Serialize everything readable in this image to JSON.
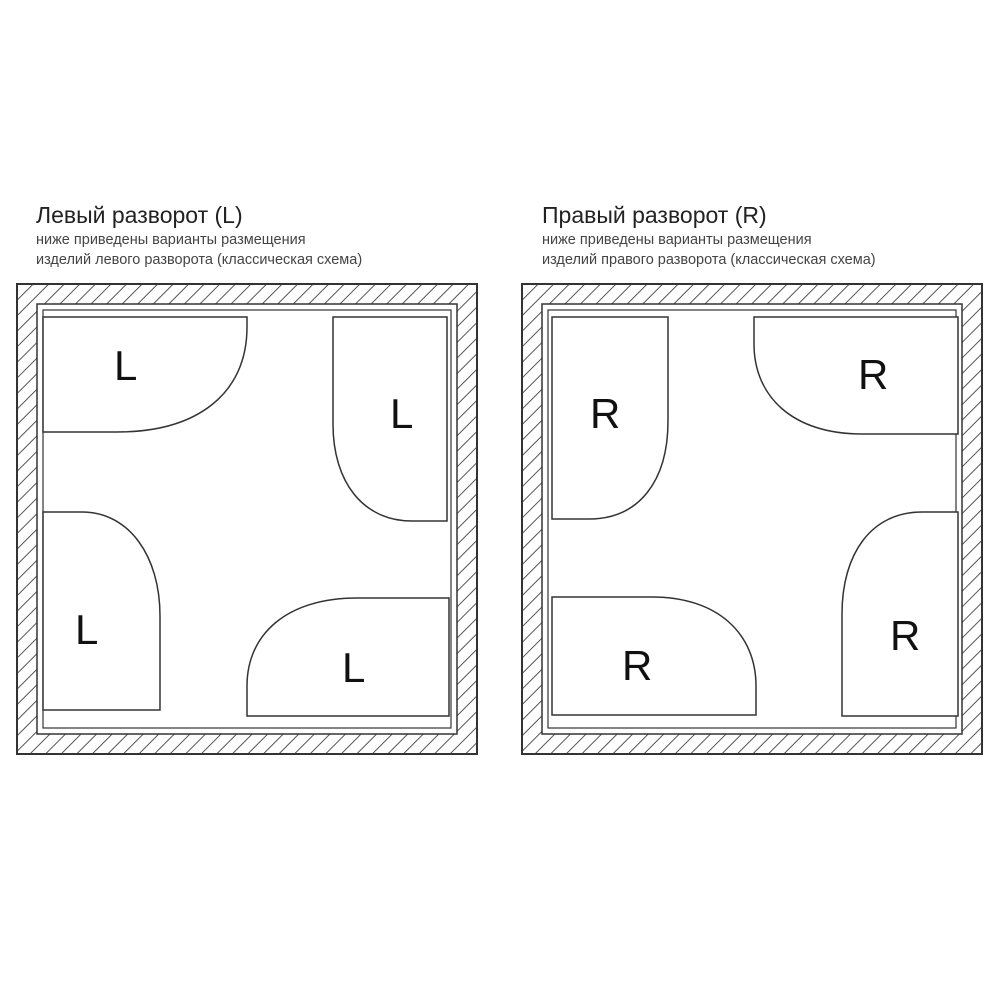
{
  "left": {
    "title": "Левый разворот (L)",
    "subtitle_line1": "ниже приведены варианты размещения",
    "subtitle_line2": "изделий левого разворота (классическая схема)",
    "marks": [
      "L",
      "L",
      "L",
      "L"
    ]
  },
  "right": {
    "title": "Правый разворот (R)",
    "subtitle_line1": "ниже приведены варианты размещения",
    "subtitle_line2": "изделий правого разворота (классическая схема)",
    "marks": [
      "R",
      "R",
      "R",
      "R"
    ]
  },
  "colors": {
    "line": "#333333",
    "hatch": "#555555"
  }
}
